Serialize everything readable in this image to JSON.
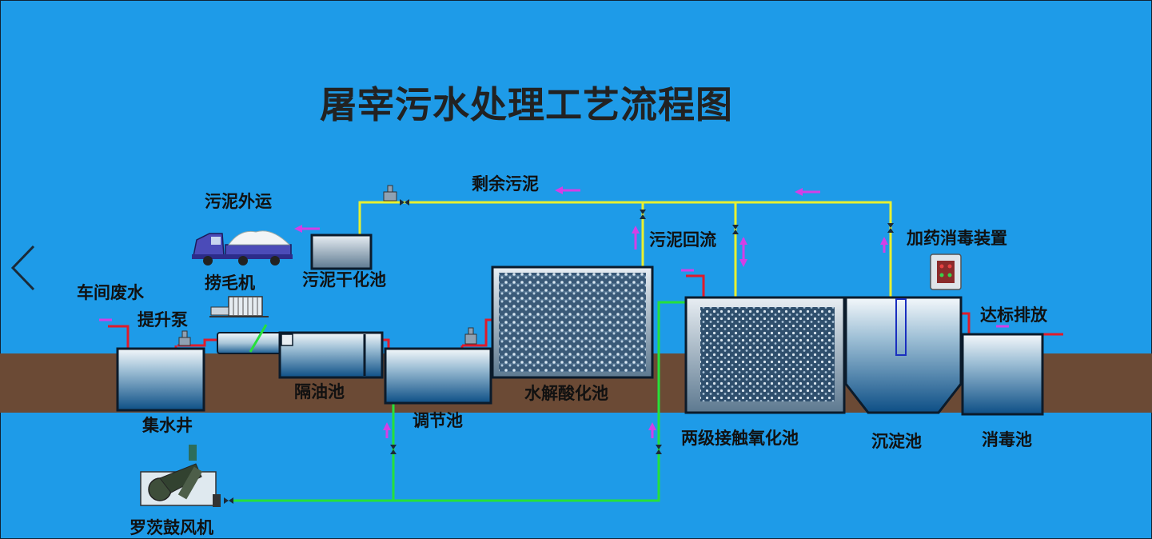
{
  "title": "屠宰污水处理工艺流程图",
  "labels": {
    "sludge_transport": "污泥外运",
    "excess_sludge": "剩余污泥",
    "sludge_return": "污泥回流",
    "dosing_device": "加药消毒装置",
    "workshop_wastewater": "车间废水",
    "lift_pump": "提升泵",
    "screen_machine": "捞毛机",
    "sludge_drying_tank": "污泥干化池",
    "hydrolysis_tank": "水解酸化池",
    "compliant_discharge": "达标排放",
    "collection_well": "集水井",
    "oil_separator": "隔油池",
    "regulating_tank": "调节池",
    "contact_oxidation_tank": "两级接触氧化池",
    "sedimentation_tank": "沉淀池",
    "disinfection_tank": "消毒池",
    "roots_blower": "罗茨鼓风机"
  },
  "colors": {
    "background": "#1e9be8",
    "ground": "#6b4a35",
    "sludge_line": "#e8f030",
    "air_line": "#26e03a",
    "water_line": "#e01b2a",
    "flow_arrow": "#d43fe6"
  },
  "nav": {
    "prev_icon": "chevron-left-icon"
  }
}
